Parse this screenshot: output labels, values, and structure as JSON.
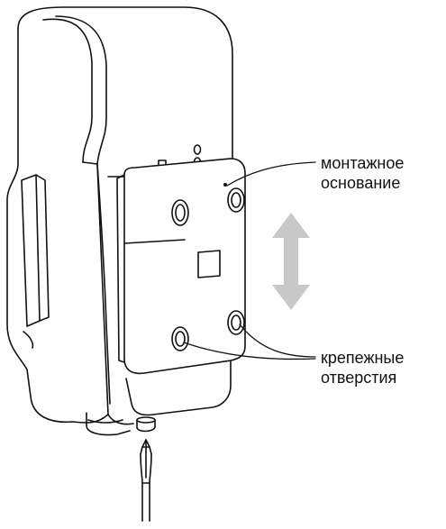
{
  "labels": {
    "mount_line1": "монтажное",
    "mount_line2": "основание",
    "holes_line1": "крепежные",
    "holes_line2": "отверстия"
  },
  "colors": {
    "stroke": "#111111",
    "arrow": "#c8c8c8",
    "background": "#ffffff"
  }
}
